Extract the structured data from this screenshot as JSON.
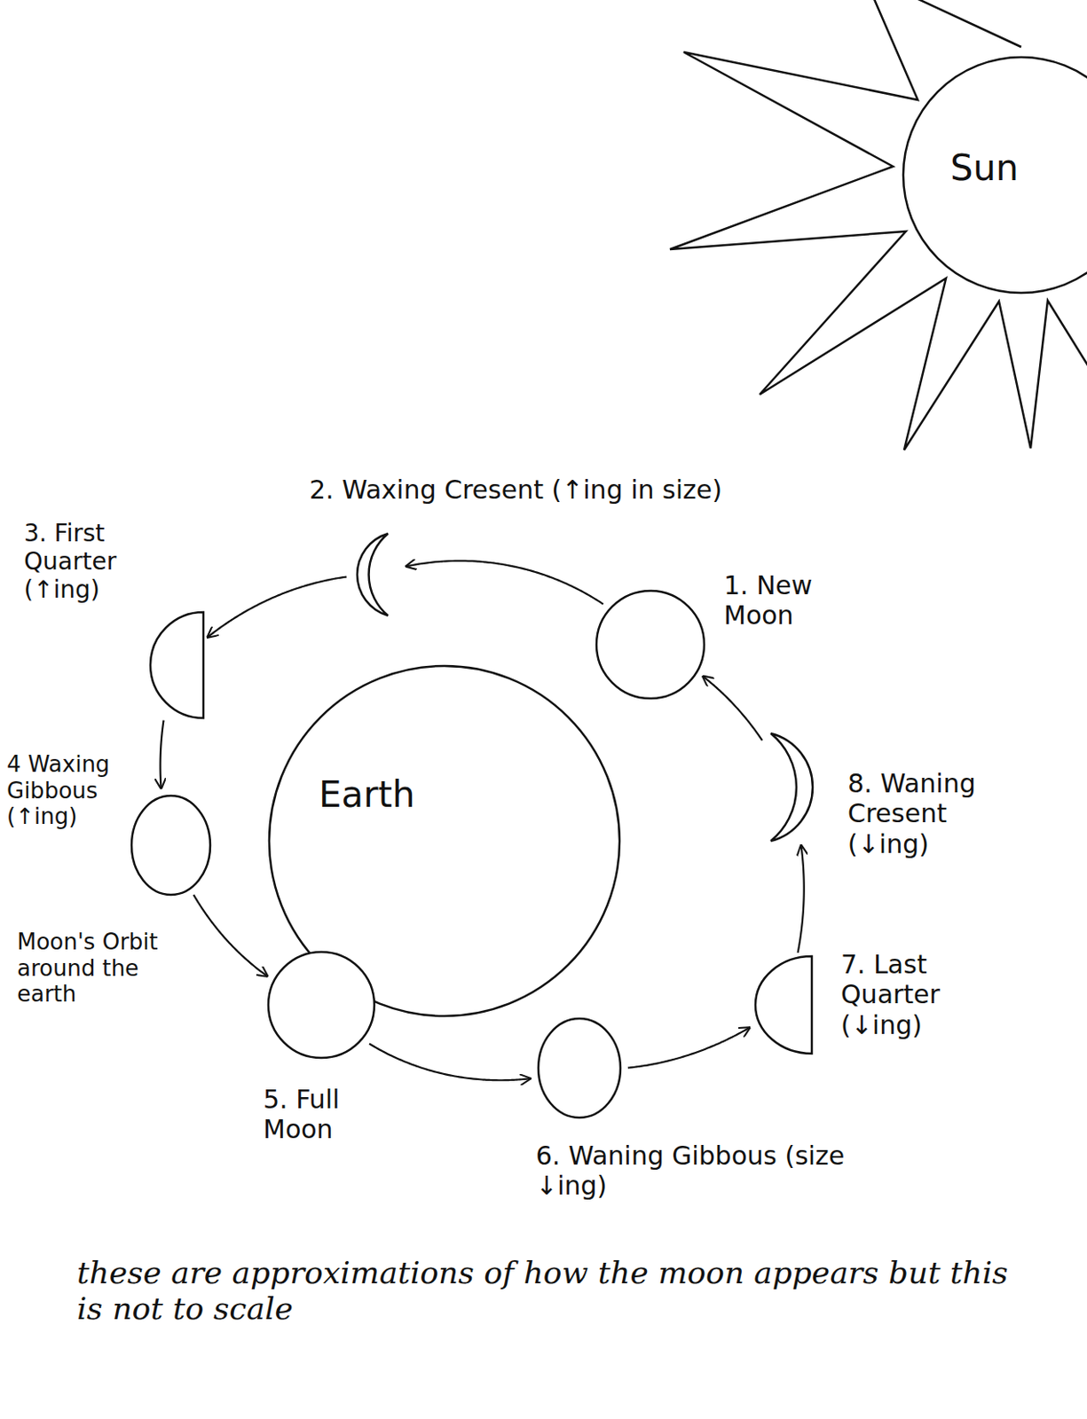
{
  "diagram": {
    "caption": "these are approximations of how the moon appears but this is not to scale",
    "nodes": [
      {
        "text": [
          "Sun"
        ]
      },
      {
        "text": [
          "Earth"
        ]
      },
      {
        "text": [
          "1. New Moon"
        ]
      },
      {
        "text": [
          "2. Waxing Cresent (↑ing in size)"
        ]
      },
      {
        "text": [
          "3. First Quarter (↑ing)"
        ]
      },
      {
        "text": [
          "4 Waxing Gibbous (↑ing)"
        ]
      },
      {
        "text": [
          "5. Full Moon"
        ]
      },
      {
        "text": [
          "6. Waning Gibbous (size ↓ing)"
        ]
      },
      {
        "text": [
          "7. Last Quarter (↓ing)"
        ]
      },
      {
        "text": [
          "8. Waning Cresent (↓ing)"
        ]
      }
    ],
    "edges": [
      {
        "from": 2,
        "to": 3,
        "arrow": "to"
      },
      {
        "from": 3,
        "to": 4,
        "arrow": "to"
      },
      {
        "from": 4,
        "to": 5,
        "arrow": "to"
      },
      {
        "from": 5,
        "to": 6,
        "arrow": "to"
      },
      {
        "from": 6,
        "to": 7,
        "arrow": "to"
      },
      {
        "from": 7,
        "to": 8,
        "arrow": "to"
      },
      {
        "from": 8,
        "to": 9,
        "arrow": "to"
      },
      {
        "from": 9,
        "to": 2,
        "arrow": "to"
      }
    ],
    "labels": [
      "Moon's Orbit around the earth"
    ]
  }
}
